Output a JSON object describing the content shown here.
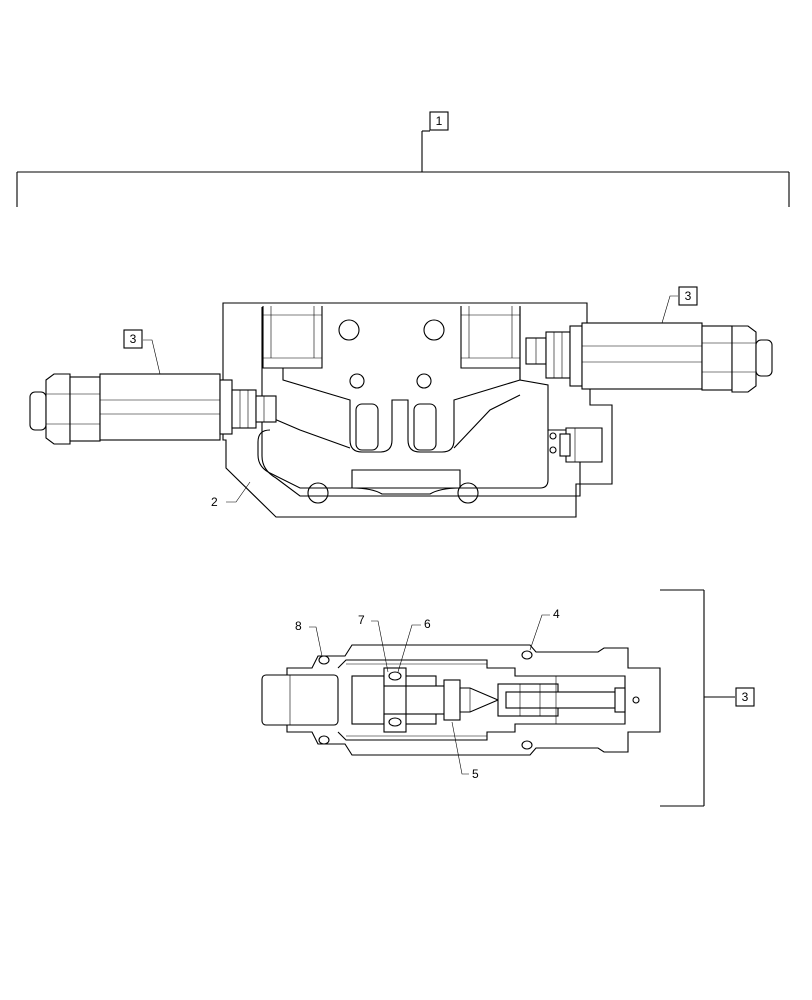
{
  "callouts": {
    "assembly": "1",
    "valve_body": "2",
    "relief_valve_left": "3",
    "relief_valve_right": "3",
    "relief_valve_group": "3",
    "item_4": "4",
    "item_5": "5",
    "item_6": "6",
    "item_7": "7",
    "item_8": "8"
  }
}
